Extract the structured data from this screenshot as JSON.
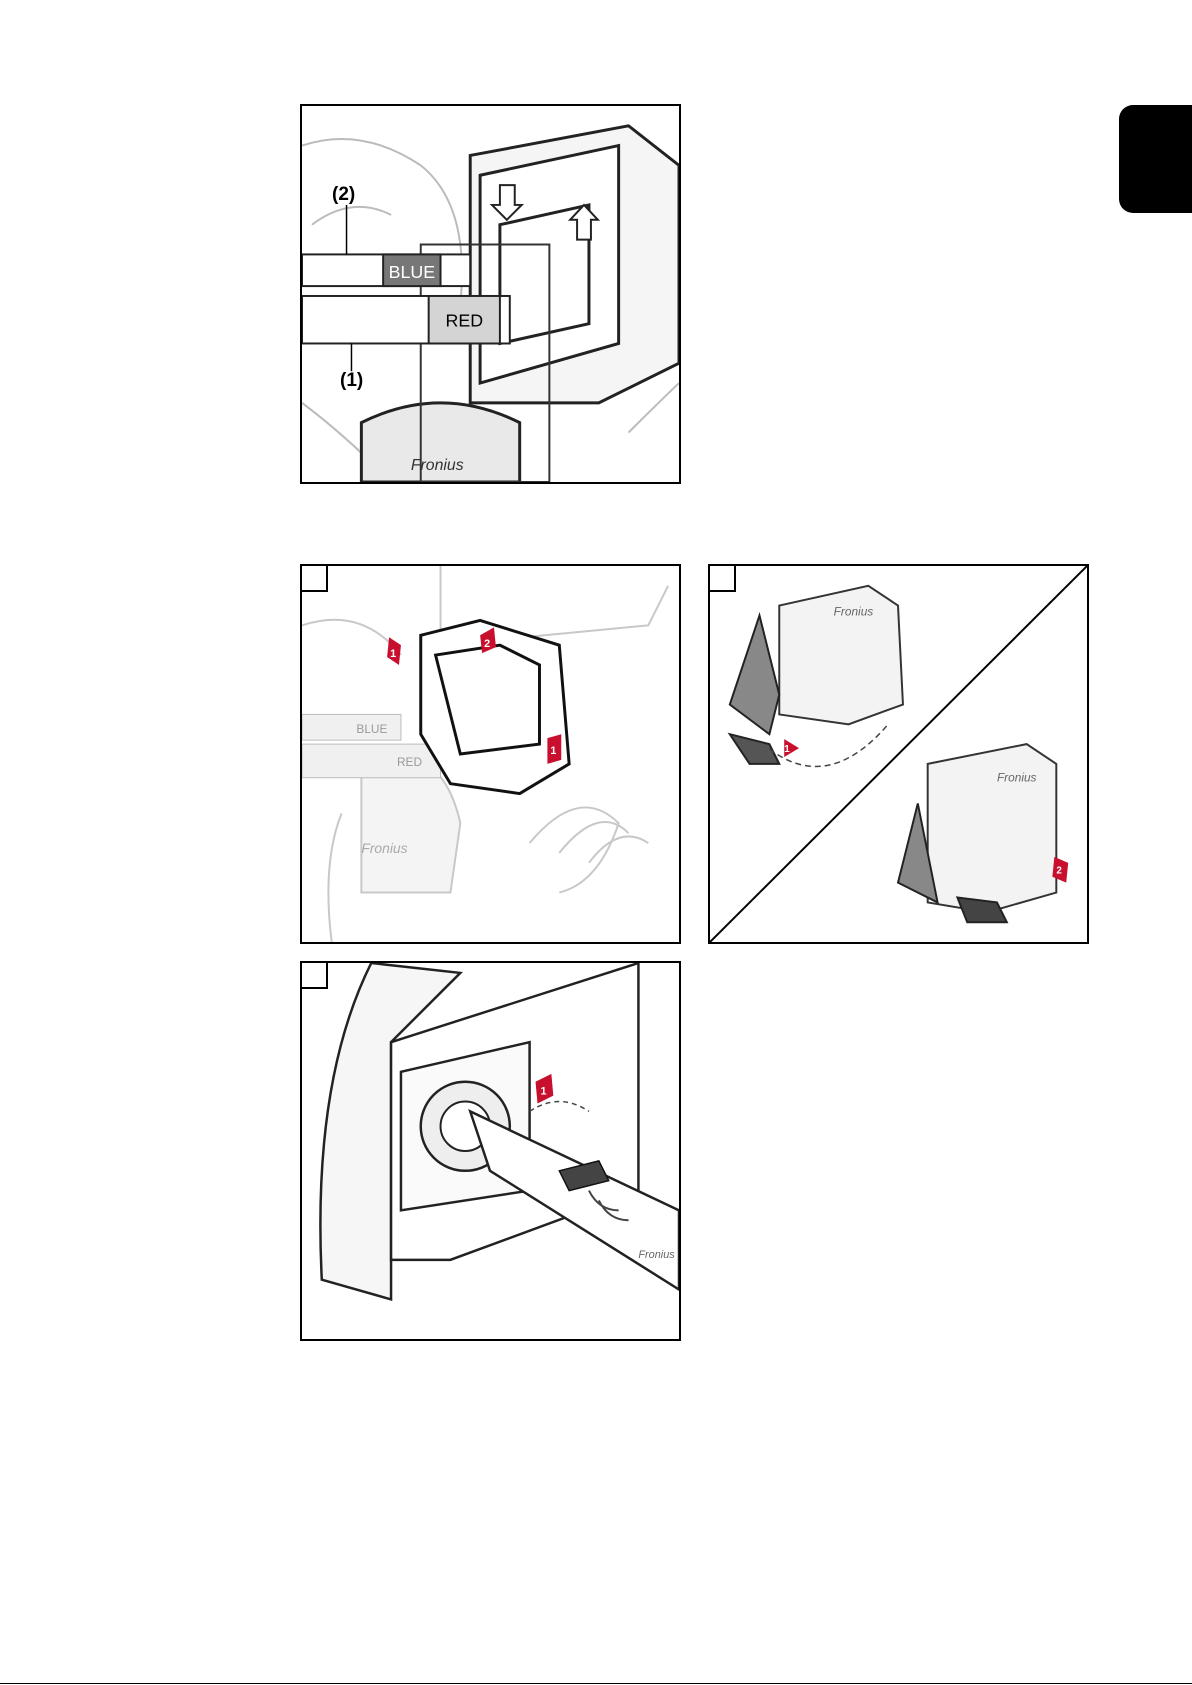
{
  "figures": {
    "connection": {
      "callout_1": "(1)",
      "callout_2": "(2)",
      "label_blue": "BLUE",
      "label_red": "RED",
      "brand": "Fronius"
    },
    "step_a": {
      "label_blue": "BLUE",
      "label_red": "RED",
      "arrow_1": "1",
      "arrow_2": "2",
      "arrow_1b": "1",
      "brand": "Fronius"
    },
    "step_b": {
      "arrow_1": "1",
      "arrow_2": "2",
      "brand": "Fronius"
    },
    "step_c": {
      "arrow_1": "1",
      "brand": "Fronius"
    }
  },
  "colors": {
    "accent_red": "#c8102e",
    "blue_band": "#777777",
    "red_band": "#d4d4d4"
  }
}
